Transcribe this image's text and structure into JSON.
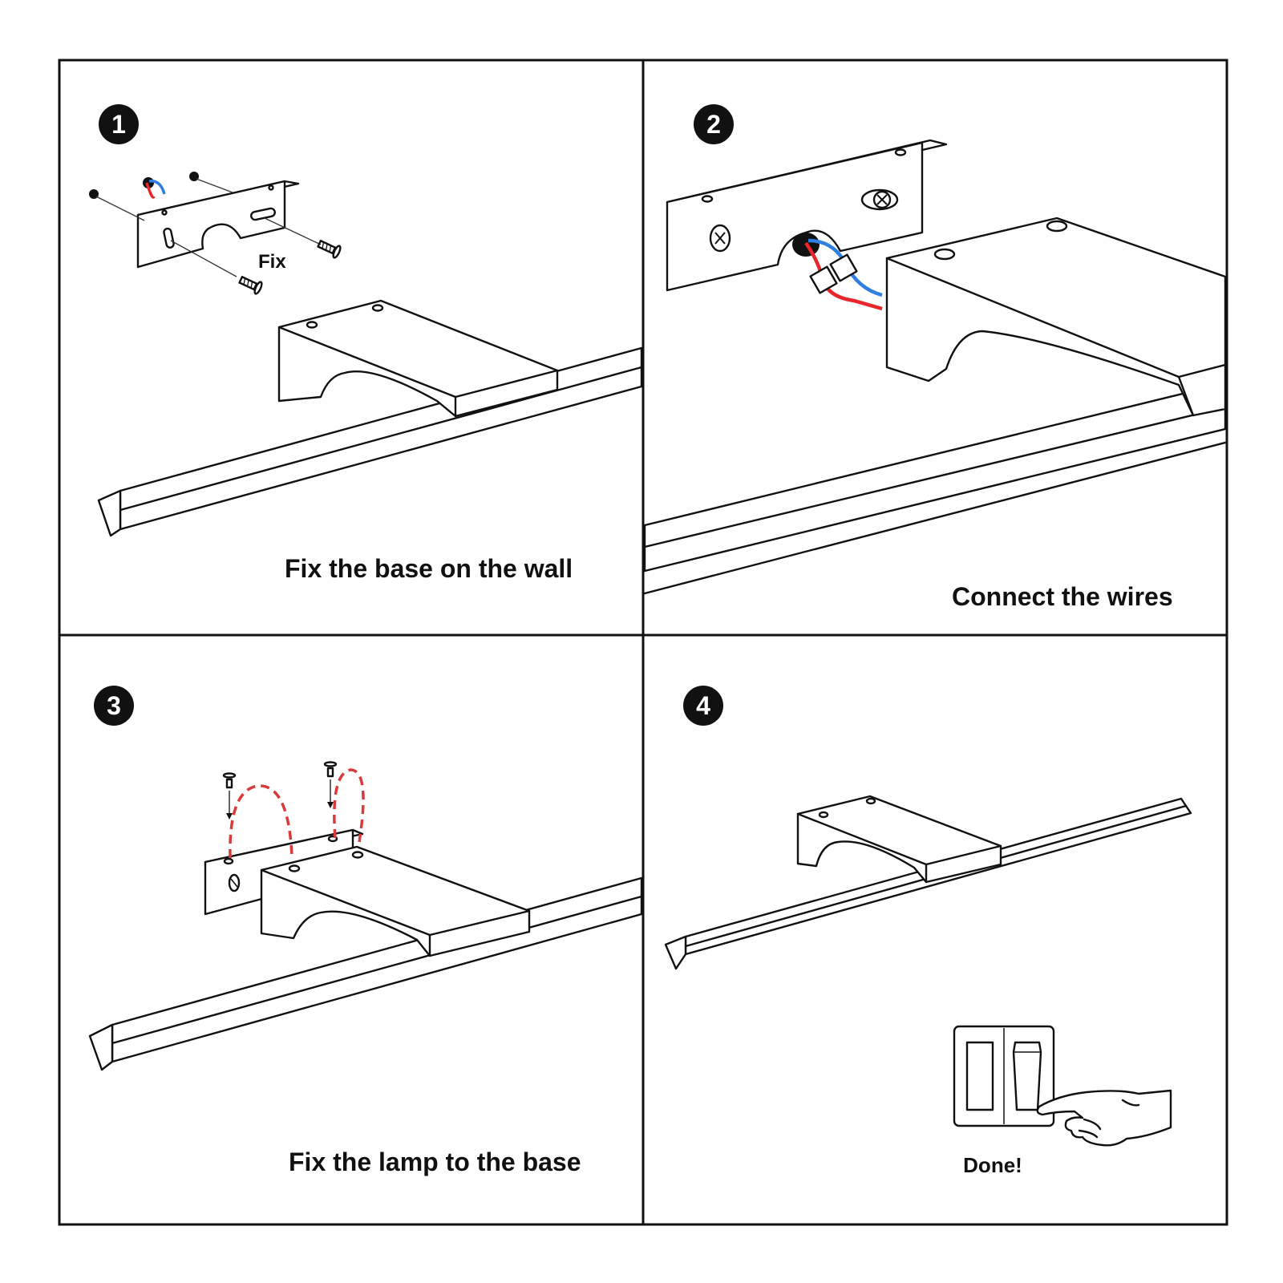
{
  "steps": [
    {
      "number": "1",
      "caption": "Fix the base on the wall",
      "label": "Fix"
    },
    {
      "number": "2",
      "caption": "Connect the wires"
    },
    {
      "number": "3",
      "caption": "Fix the lamp to the base"
    },
    {
      "number": "4",
      "caption": "Done!"
    }
  ],
  "colors": {
    "wire_live": "#e8262b",
    "wire_neutral": "#2f7fe0",
    "guide_dash": "#d93a3a",
    "outline": "#111111"
  },
  "icons": [
    "screw-icon",
    "wall-bracket",
    "lamp-bar",
    "wire-connector",
    "light-switch",
    "pointing-hand"
  ]
}
